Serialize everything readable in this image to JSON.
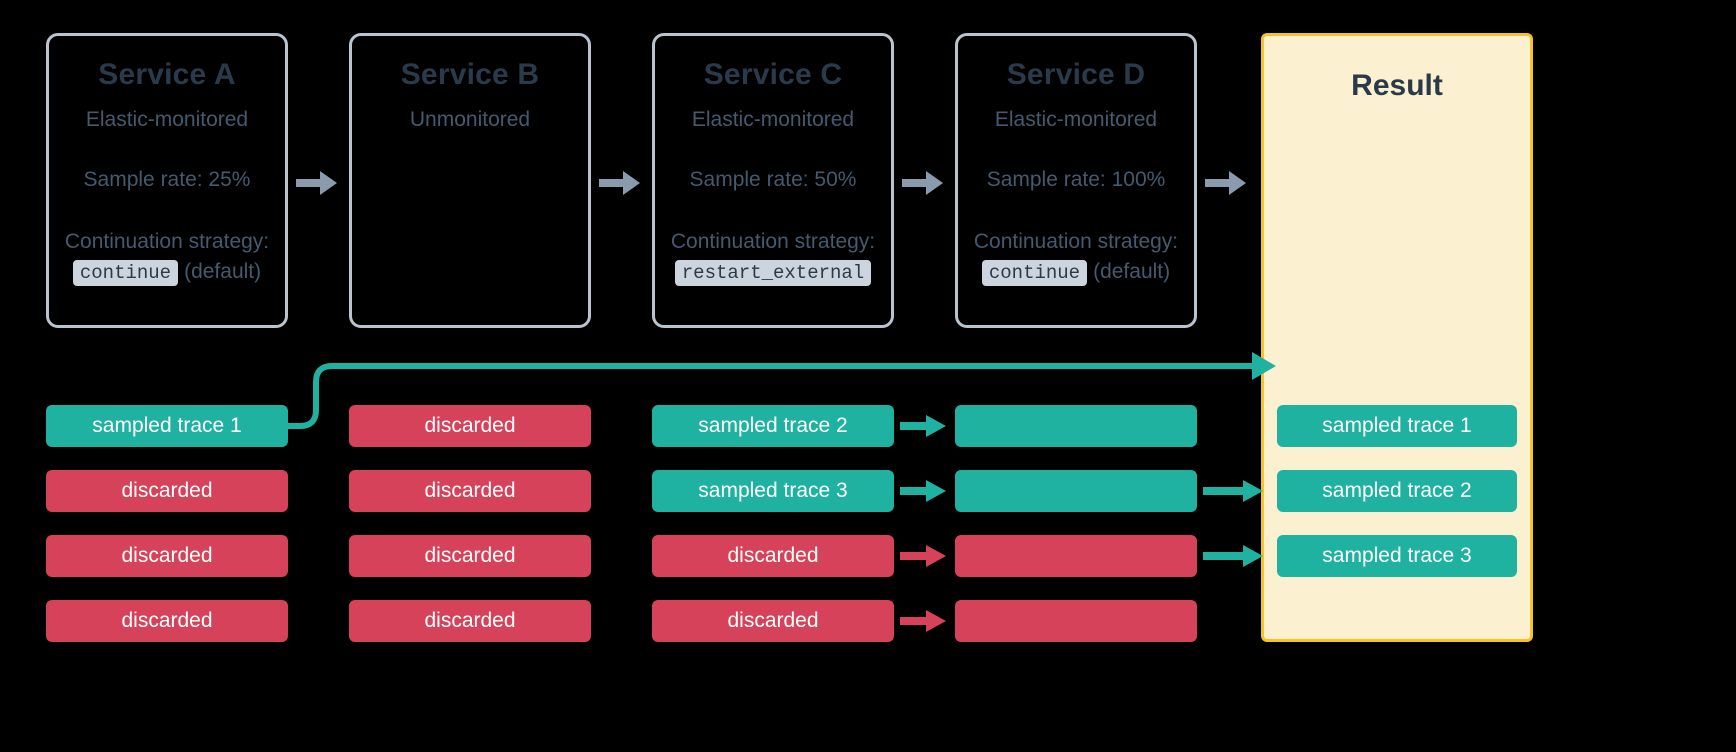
{
  "colors": {
    "background": "#000000",
    "service_border": "#b9c4cf",
    "service_text": "#455a6e",
    "service_title": "#2b3a4a",
    "result_fill": "#fbf0d0",
    "result_border": "#f6c423",
    "sampled_green": "#20b2a0",
    "discarded_red": "#d64259",
    "grey_arrow": "#8b9bae",
    "code_badge_bg": "#ccd5dd"
  },
  "services": [
    {
      "name": "Service A",
      "monitoring": "Elastic-monitored",
      "sample_rate": "Sample rate: 25%",
      "continuation_label": "Continuation strategy:",
      "continuation_code": "continue",
      "continuation_note": "(default)"
    },
    {
      "name": "Service B",
      "monitoring": "Unmonitored",
      "sample_rate": "",
      "continuation_label": "",
      "continuation_code": "",
      "continuation_note": ""
    },
    {
      "name": "Service C",
      "monitoring": "Elastic-monitored",
      "sample_rate": "Sample rate: 50%",
      "continuation_label": "Continuation strategy:",
      "continuation_code": "restart_external",
      "continuation_note": ""
    },
    {
      "name": "Service D",
      "monitoring": "Elastic-monitored",
      "sample_rate": "Sample rate: 100%",
      "continuation_label": "Continuation strategy:",
      "continuation_code": "continue",
      "continuation_note": "(default)"
    }
  ],
  "result": {
    "title": "Result",
    "traces": [
      {
        "label": "sampled trace 1",
        "state": "sampled"
      },
      {
        "label": "sampled trace 2",
        "state": "sampled"
      },
      {
        "label": "sampled trace 3",
        "state": "sampled"
      }
    ]
  },
  "traces": {
    "col_a": [
      {
        "label": "sampled trace 1",
        "state": "sampled"
      },
      {
        "label": "discarded",
        "state": "discarded"
      },
      {
        "label": "discarded",
        "state": "discarded"
      },
      {
        "label": "discarded",
        "state": "discarded"
      }
    ],
    "col_b": [
      {
        "label": "discarded",
        "state": "discarded"
      },
      {
        "label": "discarded",
        "state": "discarded"
      },
      {
        "label": "discarded",
        "state": "discarded"
      },
      {
        "label": "discarded",
        "state": "discarded"
      }
    ],
    "col_c": [
      {
        "label": "",
        "state": "none"
      },
      {
        "label": "sampled trace 2",
        "state": "sampled"
      },
      {
        "label": "sampled trace 3",
        "state": "sampled"
      },
      {
        "label": "discarded",
        "state": "discarded"
      },
      {
        "label": "discarded",
        "state": "discarded"
      }
    ],
    "col_d": [
      {
        "label": "",
        "state": "sampled"
      },
      {
        "label": "",
        "state": "sampled"
      },
      {
        "label": "",
        "state": "discarded"
      },
      {
        "label": "",
        "state": "discarded"
      }
    ]
  }
}
